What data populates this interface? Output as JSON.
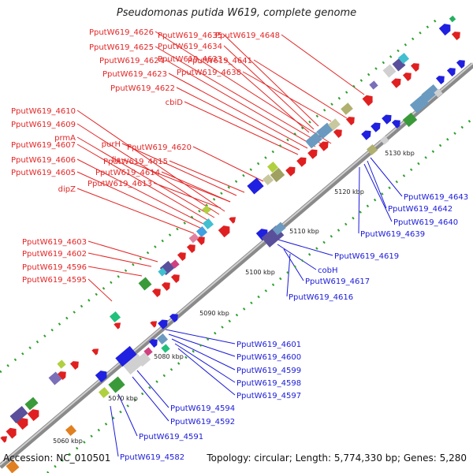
{
  "title": "Pseudomonas putida W619, complete genome",
  "footer": {
    "accession": "Accession: NC_010501",
    "topology": "Topology: circular; Length: 5,774,330 bp; Genes: 5,280"
  },
  "kbp_ticks": [
    "5060 kbp",
    "5070 kbp",
    "5080 kbp",
    "5090 kbp",
    "5100 kbp",
    "5110 kbp",
    "5120 kbp",
    "5130 kbp"
  ],
  "labels_top": [
    "PputW619_4626",
    "PputW619_4625",
    "PputW619_4624",
    "PputW619_4623",
    "PputW619_4622",
    "cbiD",
    "PputW619_4635",
    "PputW619_4634",
    "PputW619_4633",
    "PputW619_4641",
    "PputW619_4638",
    "PputW619_4648",
    "PputW619_4610",
    "PputW619_4609",
    "prmA",
    "PputW619_4607",
    "PputW619_4606",
    "PputW619_4605",
    "dipZ",
    "purH",
    "fis",
    "PputW619_4620",
    "PputW619_4615",
    "PputW619_4614",
    "PputW619_4613",
    "PputW619_4603",
    "PputW619_4602",
    "PputW619_4596",
    "PputW619_4595"
  ],
  "labels_bottom": [
    "PputW619_4643",
    "PputW619_4642",
    "PputW619_4640",
    "PputW619_4639",
    "PputW619_4619",
    "cobH",
    "PputW619_4617",
    "PputW619_4616",
    "PputW619_4601",
    "PputW619_4600",
    "PputW619_4599",
    "PputW619_4598",
    "PputW619_4597",
    "PputW619_4594",
    "PputW619_4592",
    "PputW619_4591",
    "PputW619_4582"
  ]
}
